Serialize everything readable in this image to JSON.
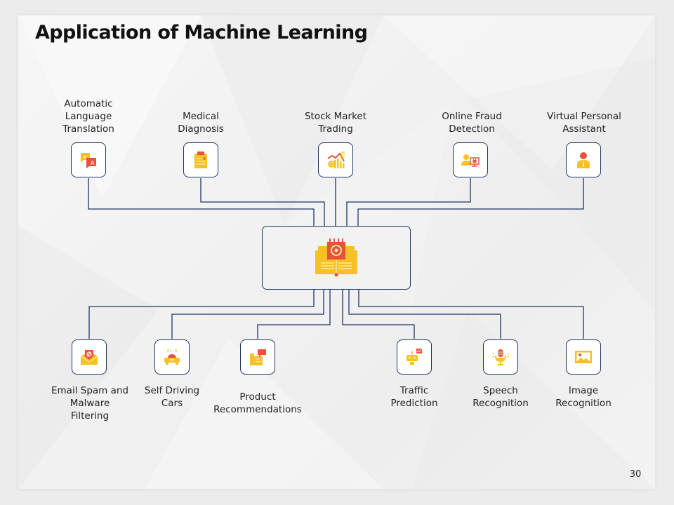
{
  "slide": {
    "title": "Application of Machine Learning",
    "page_number": "30"
  },
  "center": {
    "icon": "machine-learning-book-chip-icon"
  },
  "top_nodes": [
    {
      "label_lines": [
        "Automatic",
        "Language",
        "Translation"
      ],
      "icon": "translation-icon"
    },
    {
      "label_lines": [
        "Medical",
        "Diagnosis"
      ],
      "icon": "clipboard-icon"
    },
    {
      "label_lines": [
        "Stock Market",
        "Trading"
      ],
      "icon": "stock-chart-icon"
    },
    {
      "label_lines": [
        "Online Fraud",
        "Detection"
      ],
      "icon": "fraud-detection-icon"
    },
    {
      "label_lines": [
        "Virtual Personal",
        "Assistant"
      ],
      "icon": "personal-assistant-icon"
    }
  ],
  "bottom_nodes": [
    {
      "label_lines": [
        "Email Spam and",
        "Malware",
        "Filtering"
      ],
      "icon": "email-spam-icon"
    },
    {
      "label_lines": [
        "Self Driving",
        "Cars"
      ],
      "icon": "self-driving-car-icon"
    },
    {
      "label_lines": [
        "Product",
        "Recommendations"
      ],
      "icon": "product-recommendation-icon"
    },
    {
      "label_lines": [
        "Traffic",
        "Prediction"
      ],
      "icon": "traffic-robot-icon"
    },
    {
      "label_lines": [
        "Speech",
        "Recognition"
      ],
      "icon": "microphone-icon"
    },
    {
      "label_lines": [
        "Image",
        "Recognition"
      ],
      "icon": "image-icon"
    }
  ],
  "colors": {
    "connector": "#1f3566",
    "icon_yellow": "#f5c125",
    "icon_red": "#e5533a",
    "title": "#111111"
  }
}
